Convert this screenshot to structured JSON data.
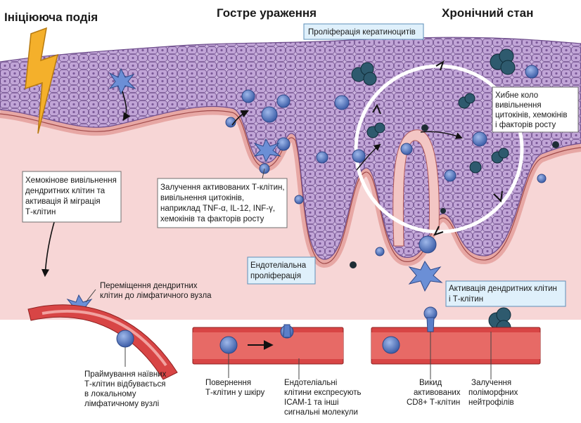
{
  "headers": {
    "initiating": "Ініціююча подія",
    "acute": "Гостре ураження",
    "chronic": "Хронічний стан"
  },
  "labels": {
    "keratinocyte": "Проліферація кератиноцитів",
    "vicious_cycle": [
      "Хибне коло",
      "вивільнення",
      "цитокінів, хемокінів",
      "і факторів росту"
    ],
    "chemokine": [
      "Хемокінове вивільнення",
      "дендритних клітин та",
      "активація й міграція",
      "Т-клітин"
    ],
    "recruitment": [
      "Залучення активованих Т-клітин,",
      "вивільнення цитокінів,",
      "наприклад TNF-α, IL-12, INF-γ,",
      "хемокінів та факторів росту"
    ],
    "endothelial_prolif": [
      "Ендотеліальна",
      "проліферація"
    ],
    "dc_activation": [
      "Активація дендритних клітин",
      "і Т-клітин"
    ],
    "dc_migration": [
      "Переміщення дендритних",
      "клітин до лімфатичного вузла"
    ],
    "naive_tcell": [
      "Праймування наївних",
      "Т-клітин відбувається",
      "в локальному",
      "лімфатичному вузлі"
    ],
    "return": [
      "Повернення",
      "Т-клітин у шкіру"
    ],
    "endothelial_icam": [
      "Ендотеліальні",
      "клітини експресують",
      "ICAM-1 та інші",
      "сигнальні молекули"
    ],
    "cd8": [
      "Викид",
      "активованих",
      "CD8+ Т-клітин"
    ],
    "neutrophils": [
      "Залучення",
      "поліморфних",
      "нейтрофілів"
    ]
  },
  "colors": {
    "epidermis": "#c9b2dc",
    "epidermis_dark": "#7d5a9a",
    "dermis": "#f6d3d3",
    "vessel": "#d84545",
    "vessel_wall": "#e9a8a6",
    "tcell": "#5a7fc9",
    "lightning": "#f4b02b",
    "label_box_blue": "#dff0fb"
  },
  "icons": {
    "trigger": "lightning-bolt-icon",
    "dendritic_cell": "dendritic-cell-icon",
    "t_cell": "t-cell-icon",
    "neutrophil": "neutrophil-icon"
  }
}
